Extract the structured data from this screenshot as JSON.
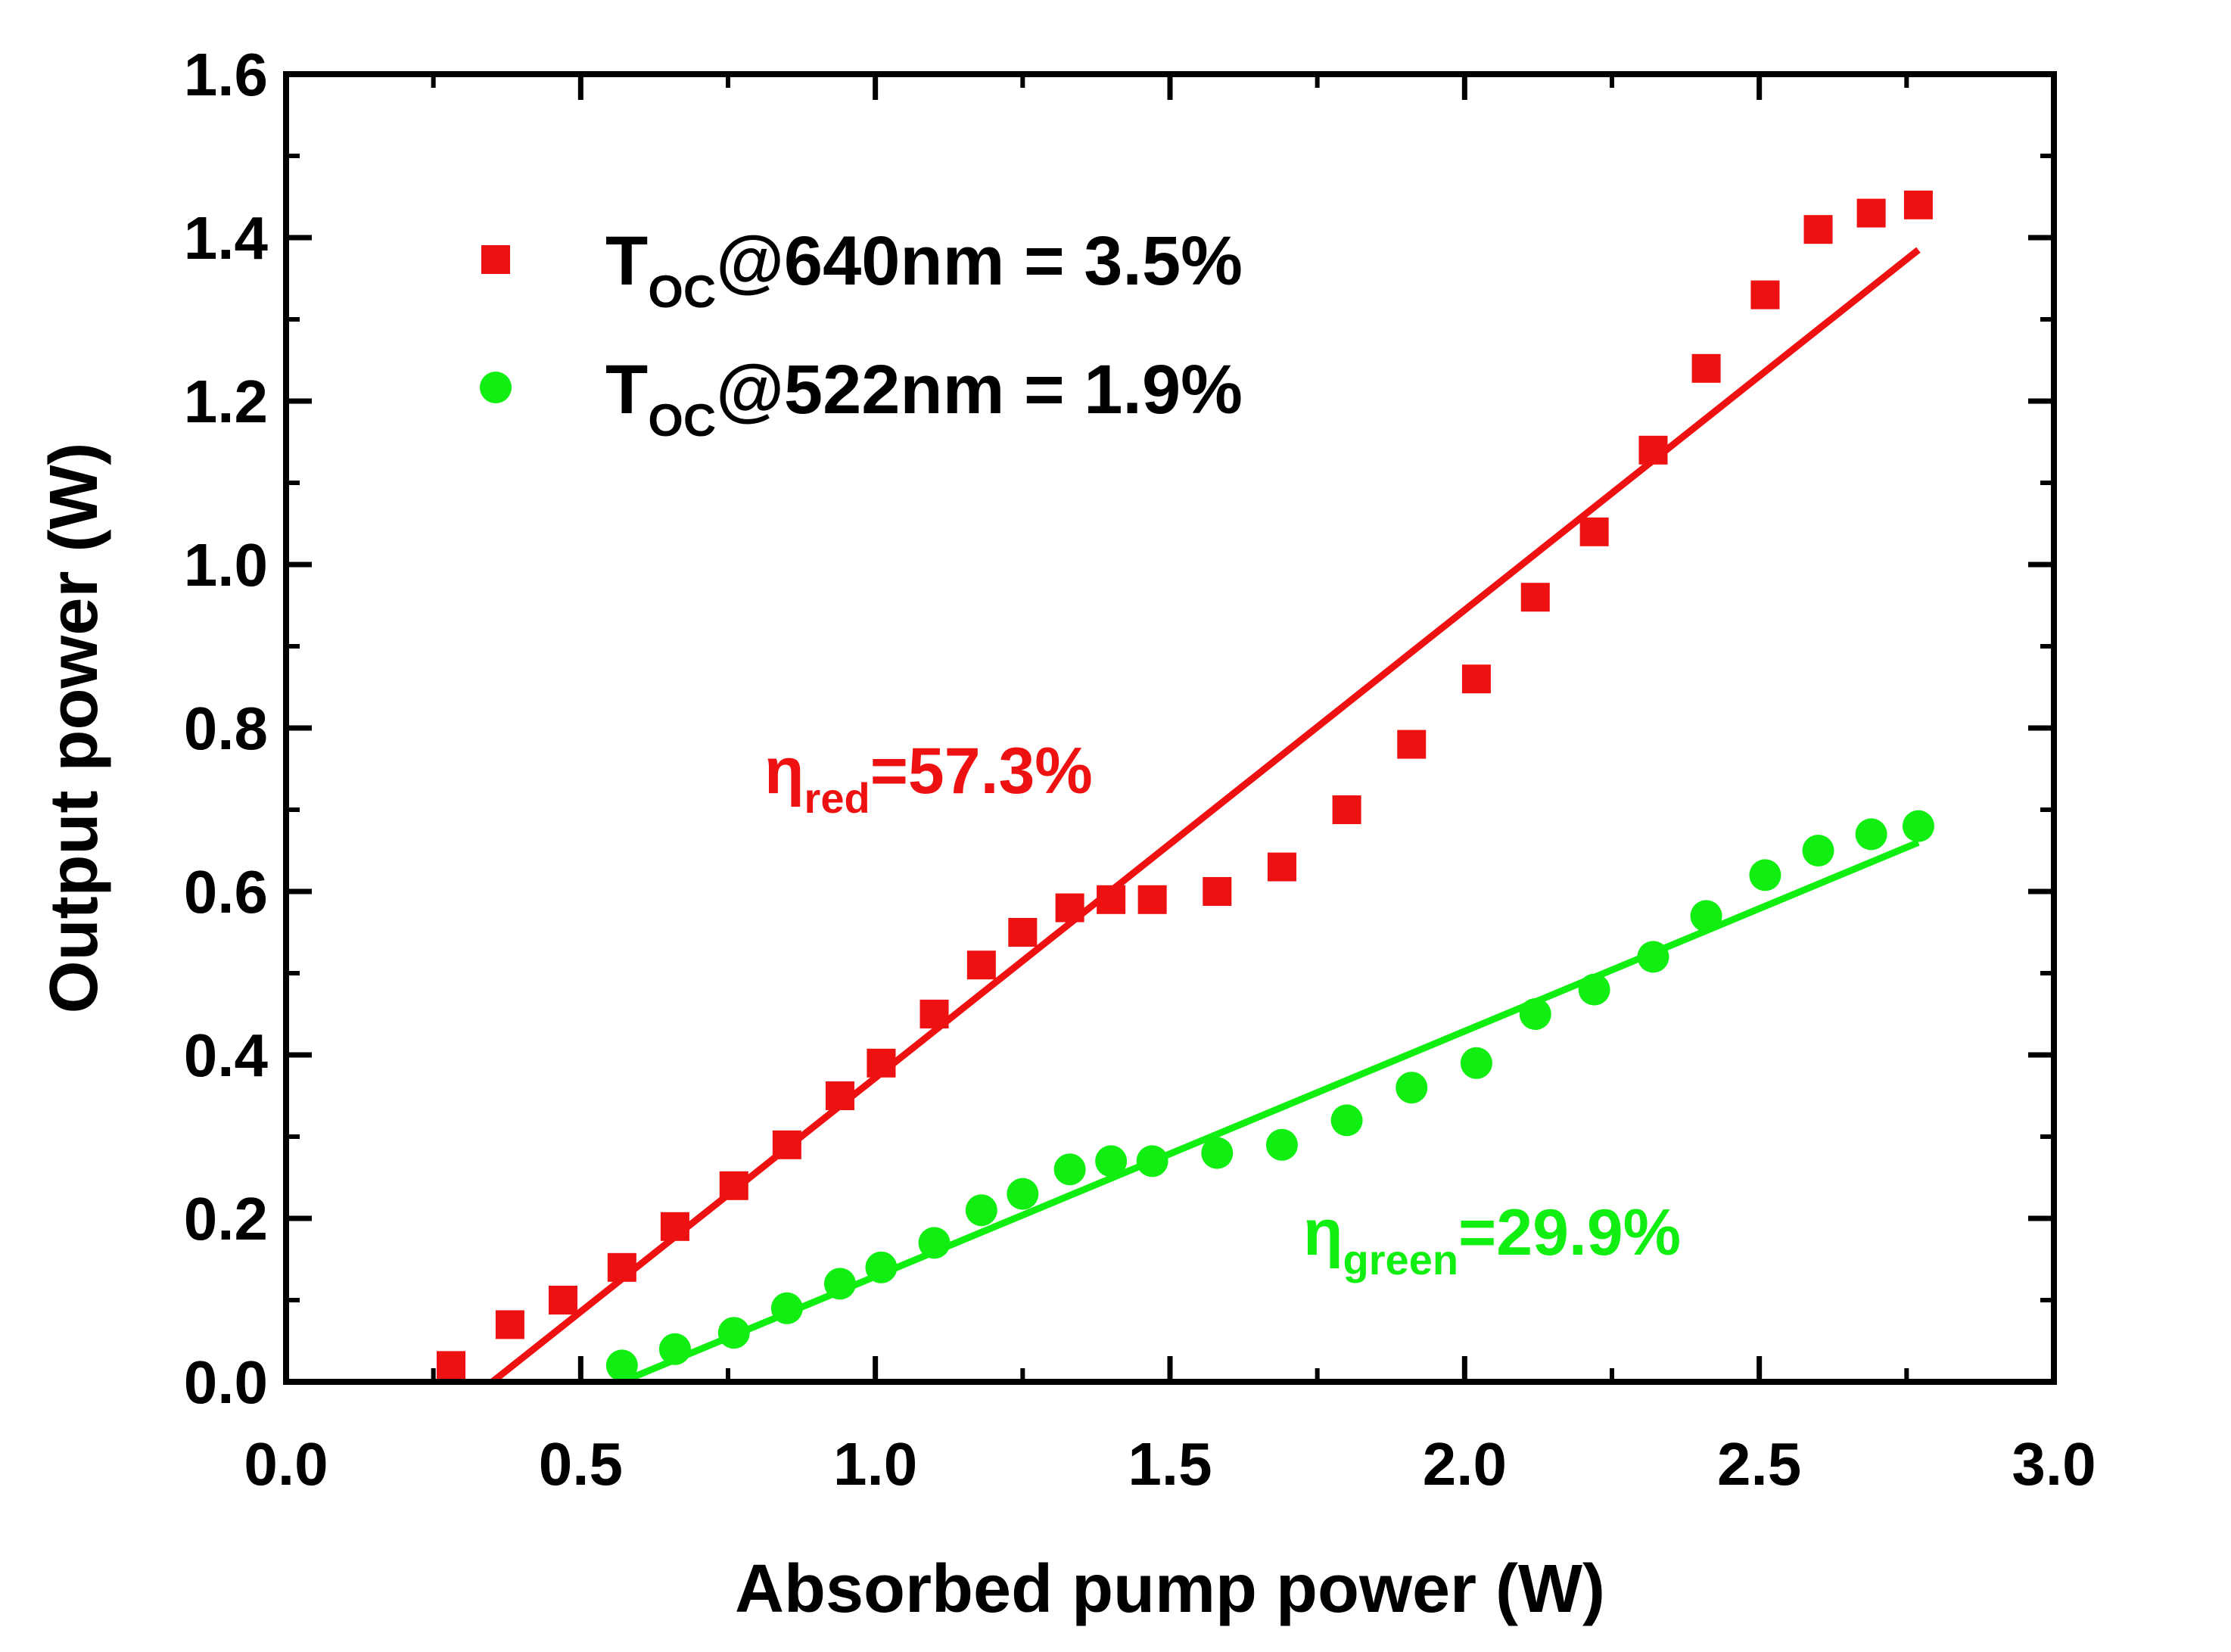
{
  "chart_data": {
    "type": "scatter",
    "xlabel": "Absorbed pump power (W)",
    "ylabel": "Output power (W)",
    "xlim": [
      0.0,
      3.0
    ],
    "ylim": [
      0.0,
      1.6
    ],
    "xticks": [
      "0.0",
      "0.5",
      "1.0",
      "1.5",
      "2.0",
      "2.5",
      "3.0"
    ],
    "yticks": [
      "0.0",
      "0.2",
      "0.4",
      "0.6",
      "0.8",
      "1.0",
      "1.2",
      "1.4",
      "1.6"
    ],
    "grid": false,
    "legend_position": "top-left",
    "series": [
      {
        "marker": "square",
        "color": "#ee1111",
        "legend_main": "T",
        "legend_sub": "OC",
        "legend_rest": "@640nm = 3.5%",
        "x": [
          0.28,
          0.38,
          0.47,
          0.57,
          0.66,
          0.76,
          0.85,
          0.94,
          1.01,
          1.1,
          1.18,
          1.25,
          1.33,
          1.4,
          1.47,
          1.58,
          1.69,
          1.8,
          1.91,
          2.02,
          2.12,
          2.22,
          2.32,
          2.41,
          2.51,
          2.6,
          2.69,
          2.77
        ],
        "y": [
          0.02,
          0.07,
          0.1,
          0.14,
          0.19,
          0.24,
          0.29,
          0.35,
          0.39,
          0.45,
          0.51,
          0.55,
          0.58,
          0.59,
          0.59,
          0.6,
          0.63,
          0.7,
          0.78,
          0.86,
          0.96,
          1.04,
          1.14,
          1.24,
          1.33,
          1.41,
          1.43,
          1.44
        ],
        "fit": {
          "x": [
            0.35,
            2.77
          ],
          "y": [
            0.0,
            1.385
          ]
        },
        "annotation_main": "η",
        "annotation_sub": "red",
        "annotation_rest": "=57.3%"
      },
      {
        "marker": "circle",
        "color": "#11ee11",
        "legend_main": "T",
        "legend_sub": "OC",
        "legend_rest": "@522nm = 1.9%",
        "x": [
          0.57,
          0.66,
          0.76,
          0.85,
          0.94,
          1.01,
          1.1,
          1.18,
          1.25,
          1.33,
          1.4,
          1.47,
          1.58,
          1.69,
          1.8,
          1.91,
          2.02,
          2.12,
          2.22,
          2.32,
          2.41,
          2.51,
          2.6,
          2.69,
          2.77
        ],
        "y": [
          0.02,
          0.04,
          0.06,
          0.09,
          0.12,
          0.14,
          0.17,
          0.21,
          0.23,
          0.26,
          0.27,
          0.27,
          0.28,
          0.29,
          0.32,
          0.36,
          0.39,
          0.45,
          0.48,
          0.52,
          0.57,
          0.62,
          0.65,
          0.67,
          0.68
        ],
        "fit": {
          "x": [
            0.57,
            2.77
          ],
          "y": [
            0.0,
            0.66
          ]
        },
        "annotation_main": "η",
        "annotation_sub": "green",
        "annotation_rest": "=29.9%"
      }
    ]
  }
}
